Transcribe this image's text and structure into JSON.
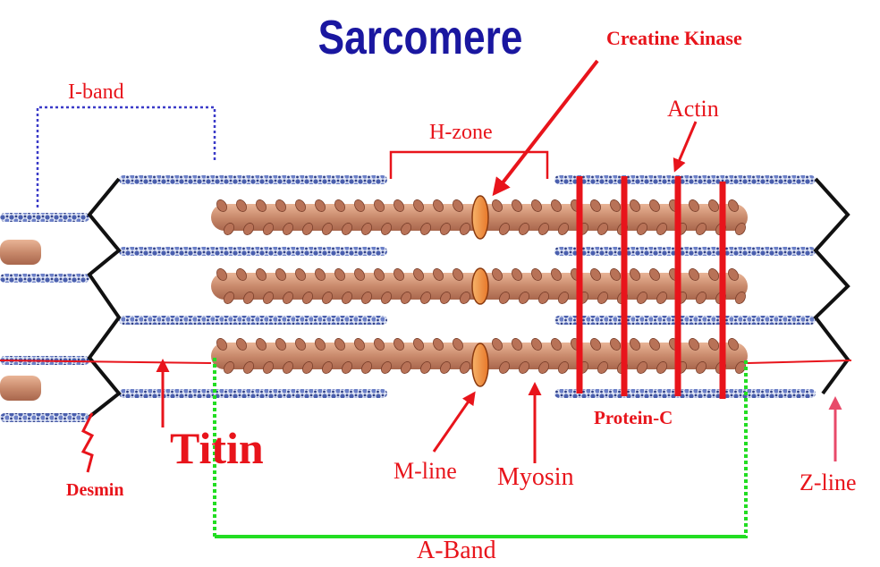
{
  "title": "Sarcomere",
  "labels": {
    "i_band": "I-band",
    "h_zone": "H-zone",
    "creatine_kinase": "Creatine Kinase",
    "actin": "Actin",
    "titin": "Titin",
    "desmin": "Desmin",
    "m_line": "M-line",
    "myosin": "Myosin",
    "protein_c": "Protein-C",
    "z_line": "Z-line",
    "a_band": "A-Band"
  },
  "colors": {
    "title": "#1a17a0",
    "label": "#e8141b",
    "actin": "#4a5fae",
    "myosin": "#c98a6c",
    "m_line": "#f0903a",
    "i_band_bracket": "#3a3ac8",
    "a_band_bracket": "#22dd22",
    "z_line": "#111111",
    "z_line_arrow": "#e84a6a"
  }
}
